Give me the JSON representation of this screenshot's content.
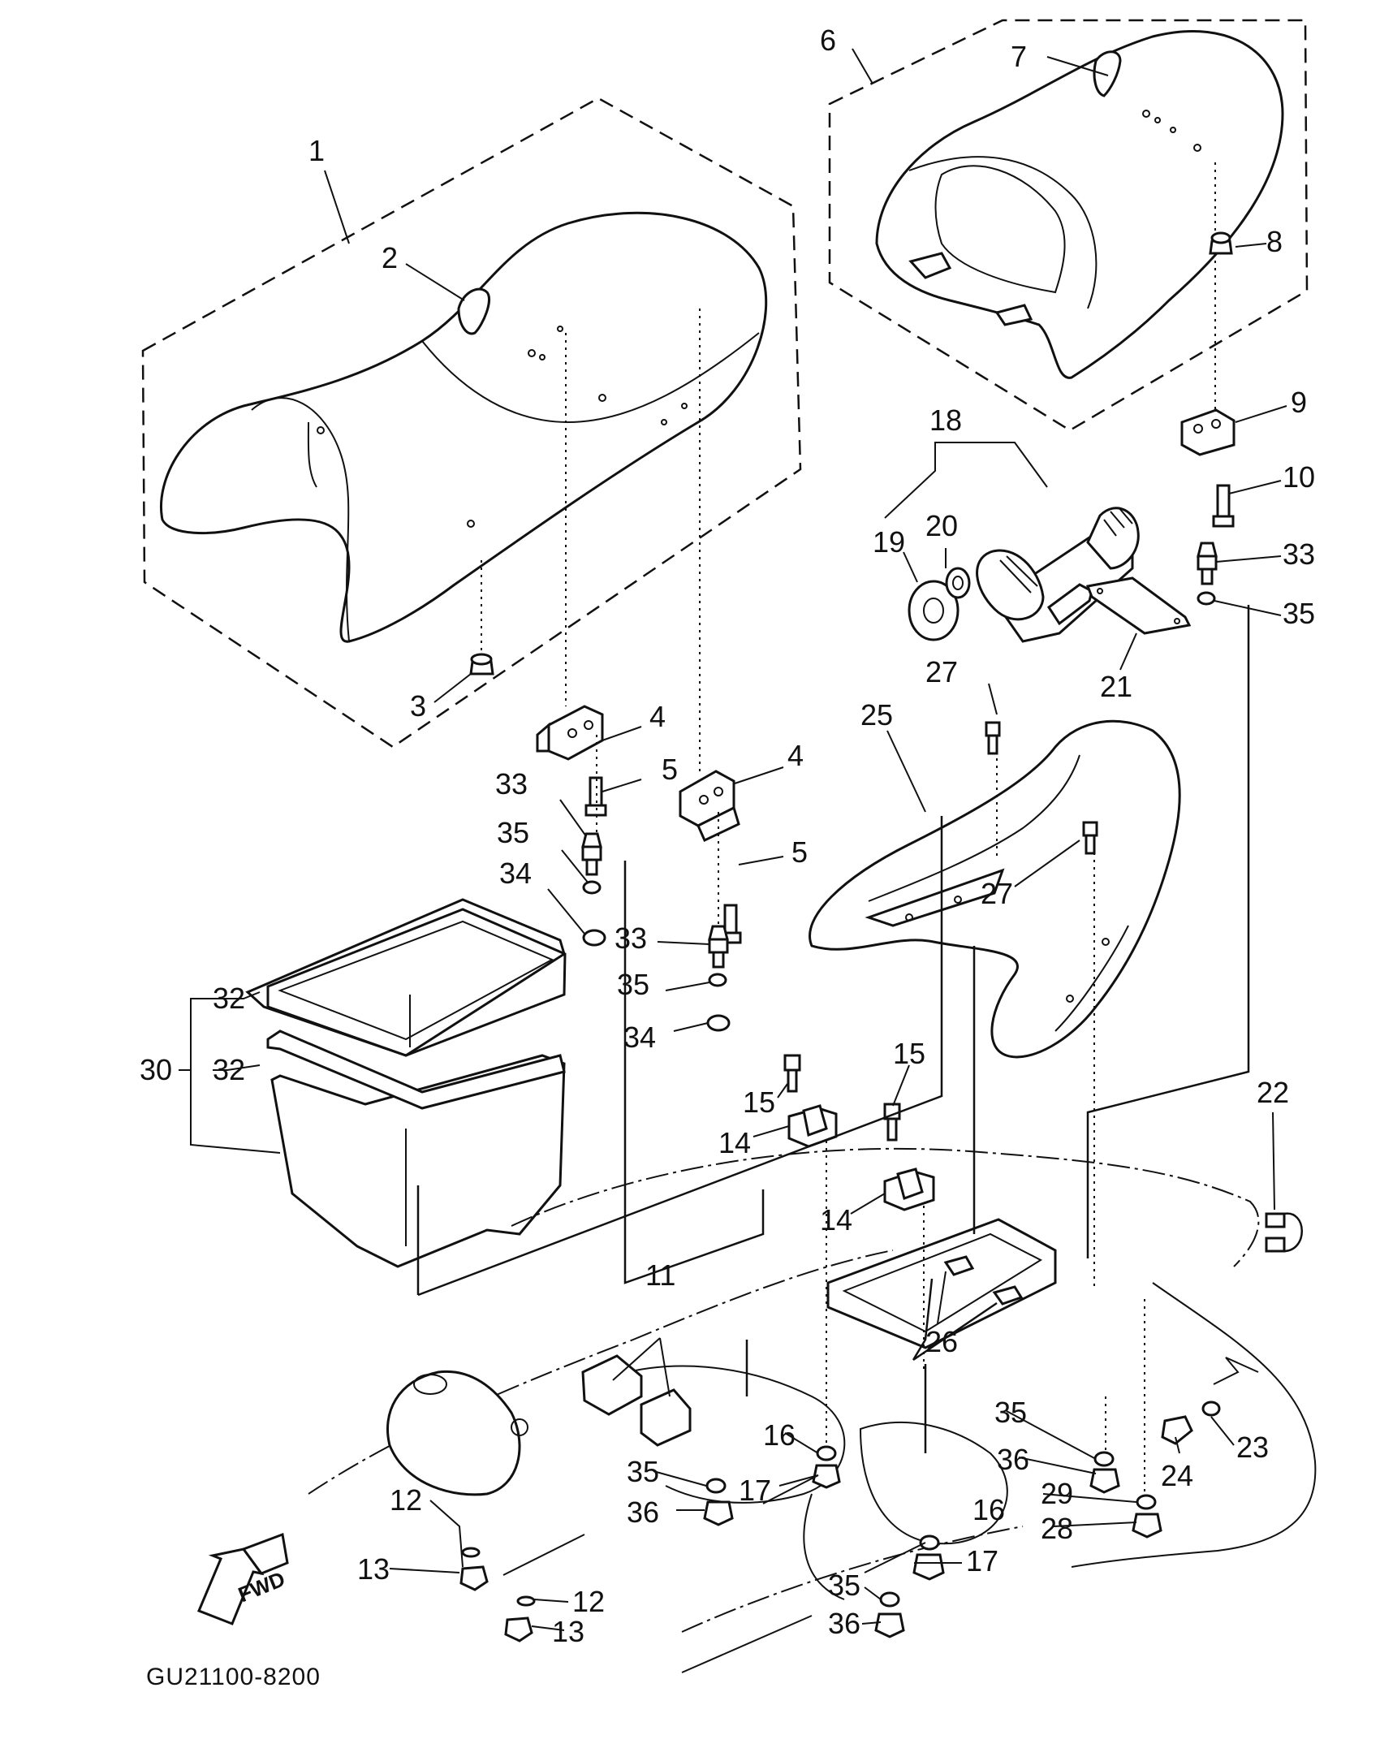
{
  "diagram_code": "GU21100-8200",
  "fwd_label": "FWD",
  "callouts": {
    "c1": "1",
    "c2": "2",
    "c3": "3",
    "c4a": "4",
    "c4b": "4",
    "c5a": "5",
    "c5b": "5",
    "c6": "6",
    "c7": "7",
    "c8": "8",
    "c9": "9",
    "c10": "10",
    "c11": "11",
    "c12a": "12",
    "c12b": "12",
    "c13a": "13",
    "c13b": "13",
    "c14a": "14",
    "c14b": "14",
    "c15a": "15",
    "c15b": "15",
    "c16a": "16",
    "c16b": "16",
    "c17a": "17",
    "c17b": "17",
    "c18": "18",
    "c19": "19",
    "c20": "20",
    "c21": "21",
    "c22": "22",
    "c23": "23",
    "c24": "24",
    "c25": "25",
    "c26": "26",
    "c27a": "27",
    "c27b": "27",
    "c28": "28",
    "c29": "29",
    "c30": "30",
    "c32a": "32",
    "c32b": "32",
    "c33a": "33",
    "c33b": "33",
    "c33c": "33",
    "c34a": "34",
    "c34b": "34",
    "c35a": "35",
    "c35b": "35",
    "c35c": "35",
    "c35d": "35",
    "c35e": "35",
    "c35f": "35",
    "c36a": "36",
    "c36b": "36",
    "c36c": "36"
  },
  "icons": [
    "fwd-arrow-icon"
  ]
}
